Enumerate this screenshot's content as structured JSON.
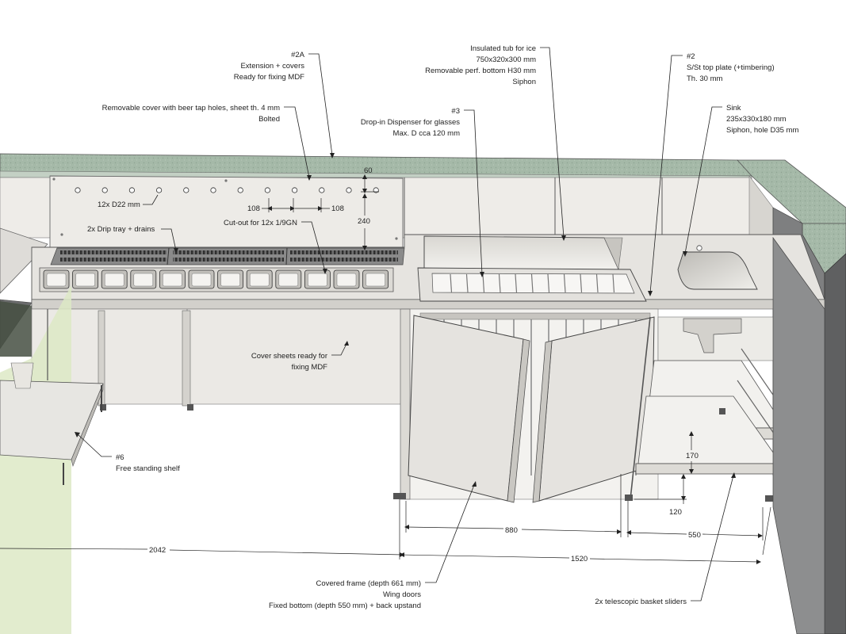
{
  "labels": {
    "ext_tag": "#2A",
    "ext_l1": "Extension + covers",
    "ext_l2": "Ready for fixing MDF",
    "cover_l1": "Removable cover with beer tap holes, sheet th. 4 mm",
    "cover_l2": "Bolted",
    "ice_l1": "Insulated tub for ice",
    "ice_l2": "750x320x300 mm",
    "ice_l3": "Removable perf. bottom H30 mm",
    "ice_l4": "Siphon",
    "glass_tag": "#3",
    "glass_l1": "Drop-in Dispenser for glasses",
    "glass_l2": "Max. D cca 120 mm",
    "top_tag": "#2",
    "top_l1": "S/St top plate (+timbering)",
    "top_l2": "Th. 30 mm",
    "sink_l1": "Sink",
    "sink_l2": "235x330x180 mm",
    "sink_l3": "Siphon, hole D35 mm",
    "holes": "12x D22 mm",
    "drip": "2x Drip tray + drains",
    "cutout": "Cut-out for 12x 1/9GN",
    "sheets_l1": "Cover sheets ready for",
    "sheets_l2": "fixing MDF",
    "shelf_tag": "#6",
    "shelf_l1": "Free standing shelf",
    "frame_l1": "Covered frame (depth 661 mm)",
    "frame_l2": "Wing doors",
    "frame_l3": "Fixed bottom (depth 550 mm) + back upstand",
    "sliders": "2x telescopic basket sliders"
  },
  "dims": {
    "d60": "60",
    "d108a": "108",
    "d108b": "108",
    "d240": "240",
    "d2042": "2042",
    "d880": "880",
    "d550": "550",
    "d1520": "1520",
    "d170": "170",
    "d120": "120"
  },
  "colors": {
    "worktop": "#9fb4a2",
    "steel": "#e4e2de",
    "steel_dark": "#c9c7c2",
    "panel": "#ebe9e5",
    "shelf_green": "#dde9c6"
  }
}
